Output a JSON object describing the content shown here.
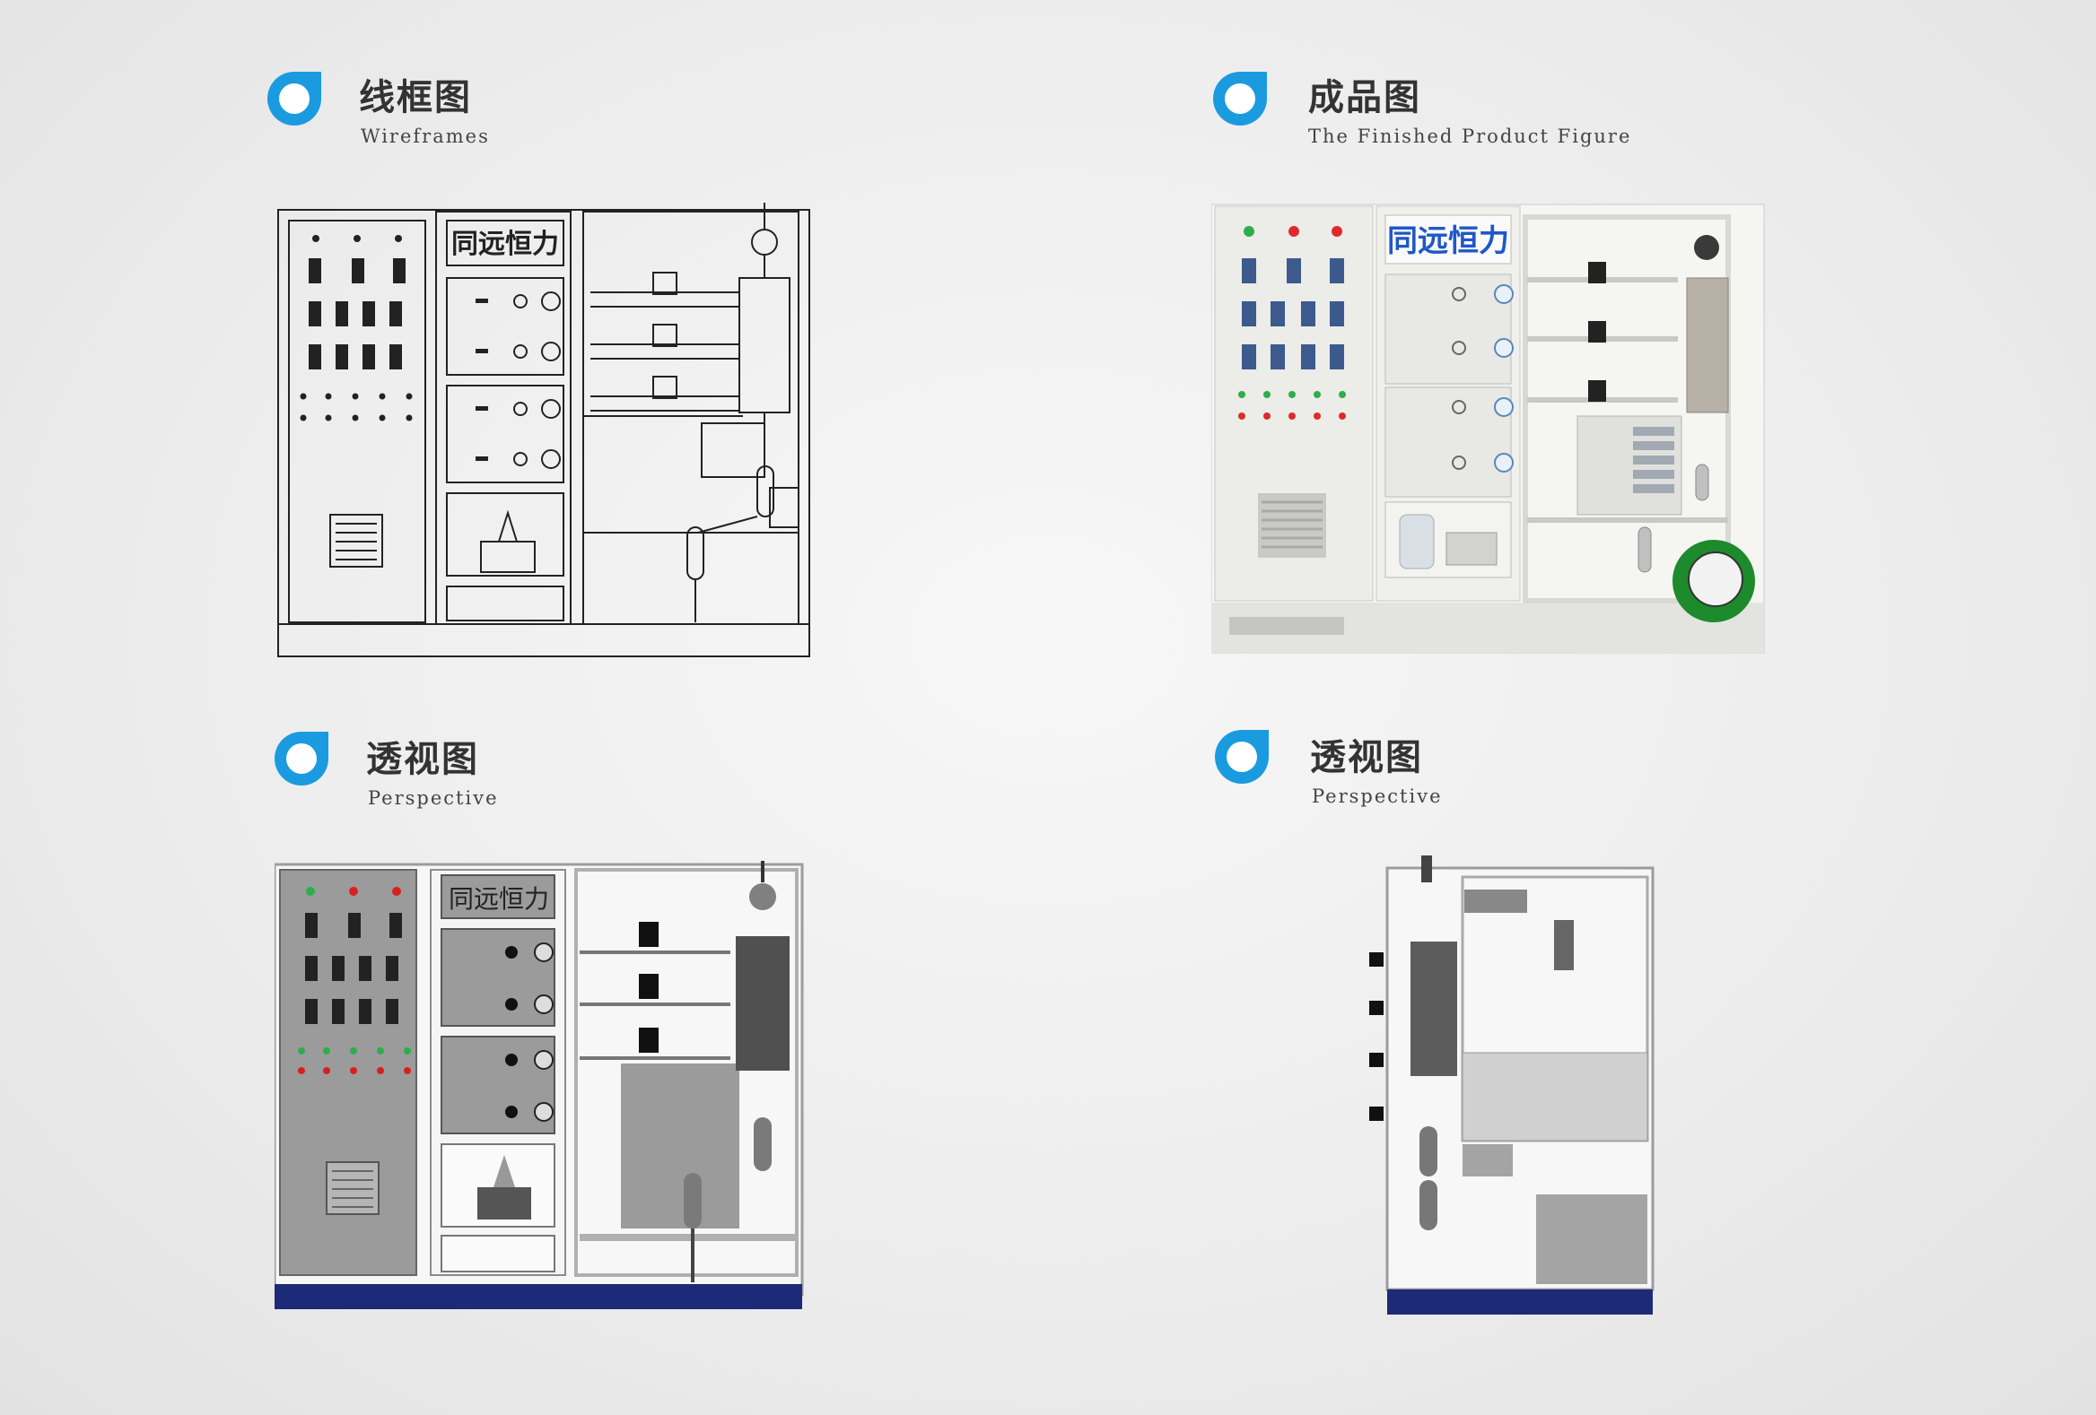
{
  "sections": {
    "wireframes": {
      "title": "线框图",
      "subtitle": "Wireframes"
    },
    "finished": {
      "title": "成品图",
      "subtitle": "The Finished Product Figure"
    },
    "perspective_left": {
      "title": "透视图",
      "subtitle": "Perspective"
    },
    "perspective_right": {
      "title": "透视图",
      "subtitle": "Perspective"
    }
  },
  "panel_brand": "同远恒力",
  "colors": {
    "accent": "#1a9be0",
    "base_bar": "#1d2a78",
    "panel_gray": "#9b9b9b",
    "frame_white": "#f3f3f3",
    "gauge_green": "#1d8a2c",
    "brand_blue": "#1f57c7"
  }
}
